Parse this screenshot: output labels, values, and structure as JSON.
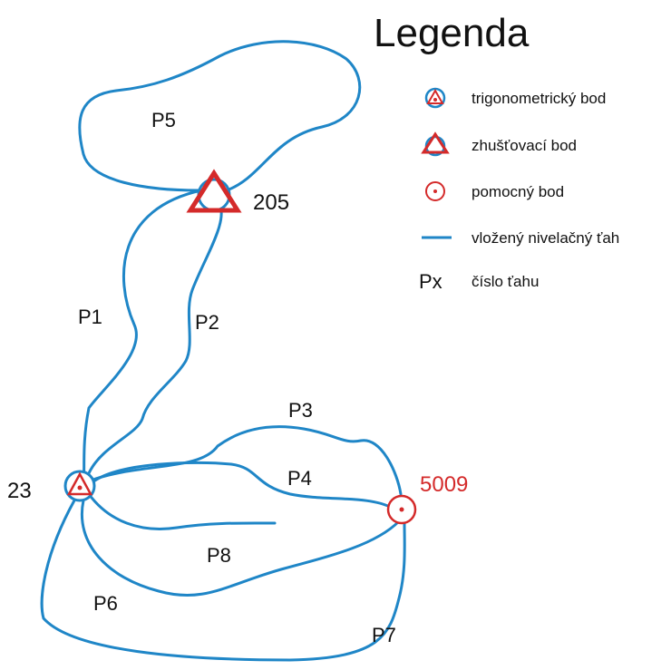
{
  "colors": {
    "route": "#1f86c7",
    "marker": "#d42a2a",
    "text": "#111111",
    "auxiliary_label": "#d42a2a"
  },
  "legend": {
    "title": "Legenda",
    "items": [
      {
        "icon": "trig-point-icon",
        "label": "trigonometrický bod"
      },
      {
        "icon": "densification-point-icon",
        "label": "zhušťovací bod"
      },
      {
        "icon": "auxiliary-point-icon",
        "label": "pomocný bod"
      },
      {
        "icon": "route-line-icon",
        "label": "vložený nivelačný ťah"
      },
      {
        "icon": "route-number-symbol",
        "symbol": "Px",
        "label": "číslo ťahu"
      }
    ]
  },
  "points": [
    {
      "id": "205",
      "type": "densification"
    },
    {
      "id": "23",
      "type": "trigonometric"
    },
    {
      "id": "5009",
      "type": "auxiliary"
    }
  ],
  "routes": [
    {
      "label": "P1",
      "from": "205",
      "to": "23"
    },
    {
      "label": "P2",
      "from": "205",
      "to": "23"
    },
    {
      "label": "P3",
      "from": "23",
      "to": "5009"
    },
    {
      "label": "P4",
      "from": "23",
      "to": "5009"
    },
    {
      "label": "P5",
      "from": "205",
      "to": "205"
    },
    {
      "label": "P6",
      "from": "23",
      "to": "5009"
    },
    {
      "label": "P7",
      "from": "23",
      "to": "5009"
    },
    {
      "label": "P8",
      "from": "23",
      "to": ""
    }
  ]
}
